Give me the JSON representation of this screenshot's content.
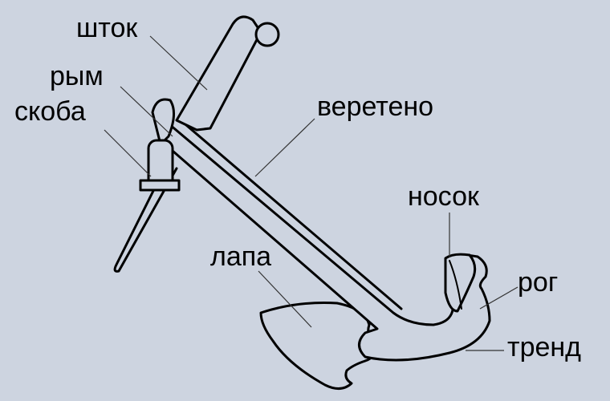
{
  "diagram": {
    "subject": "anchor",
    "background": "#cdd4e0",
    "labels": {
      "stock": "шток",
      "ring": "рым",
      "shackle": "скоба",
      "shank": "веретено",
      "bill": "носок",
      "fluke": "лапа",
      "arm": "рог",
      "crown": "тренд"
    }
  }
}
